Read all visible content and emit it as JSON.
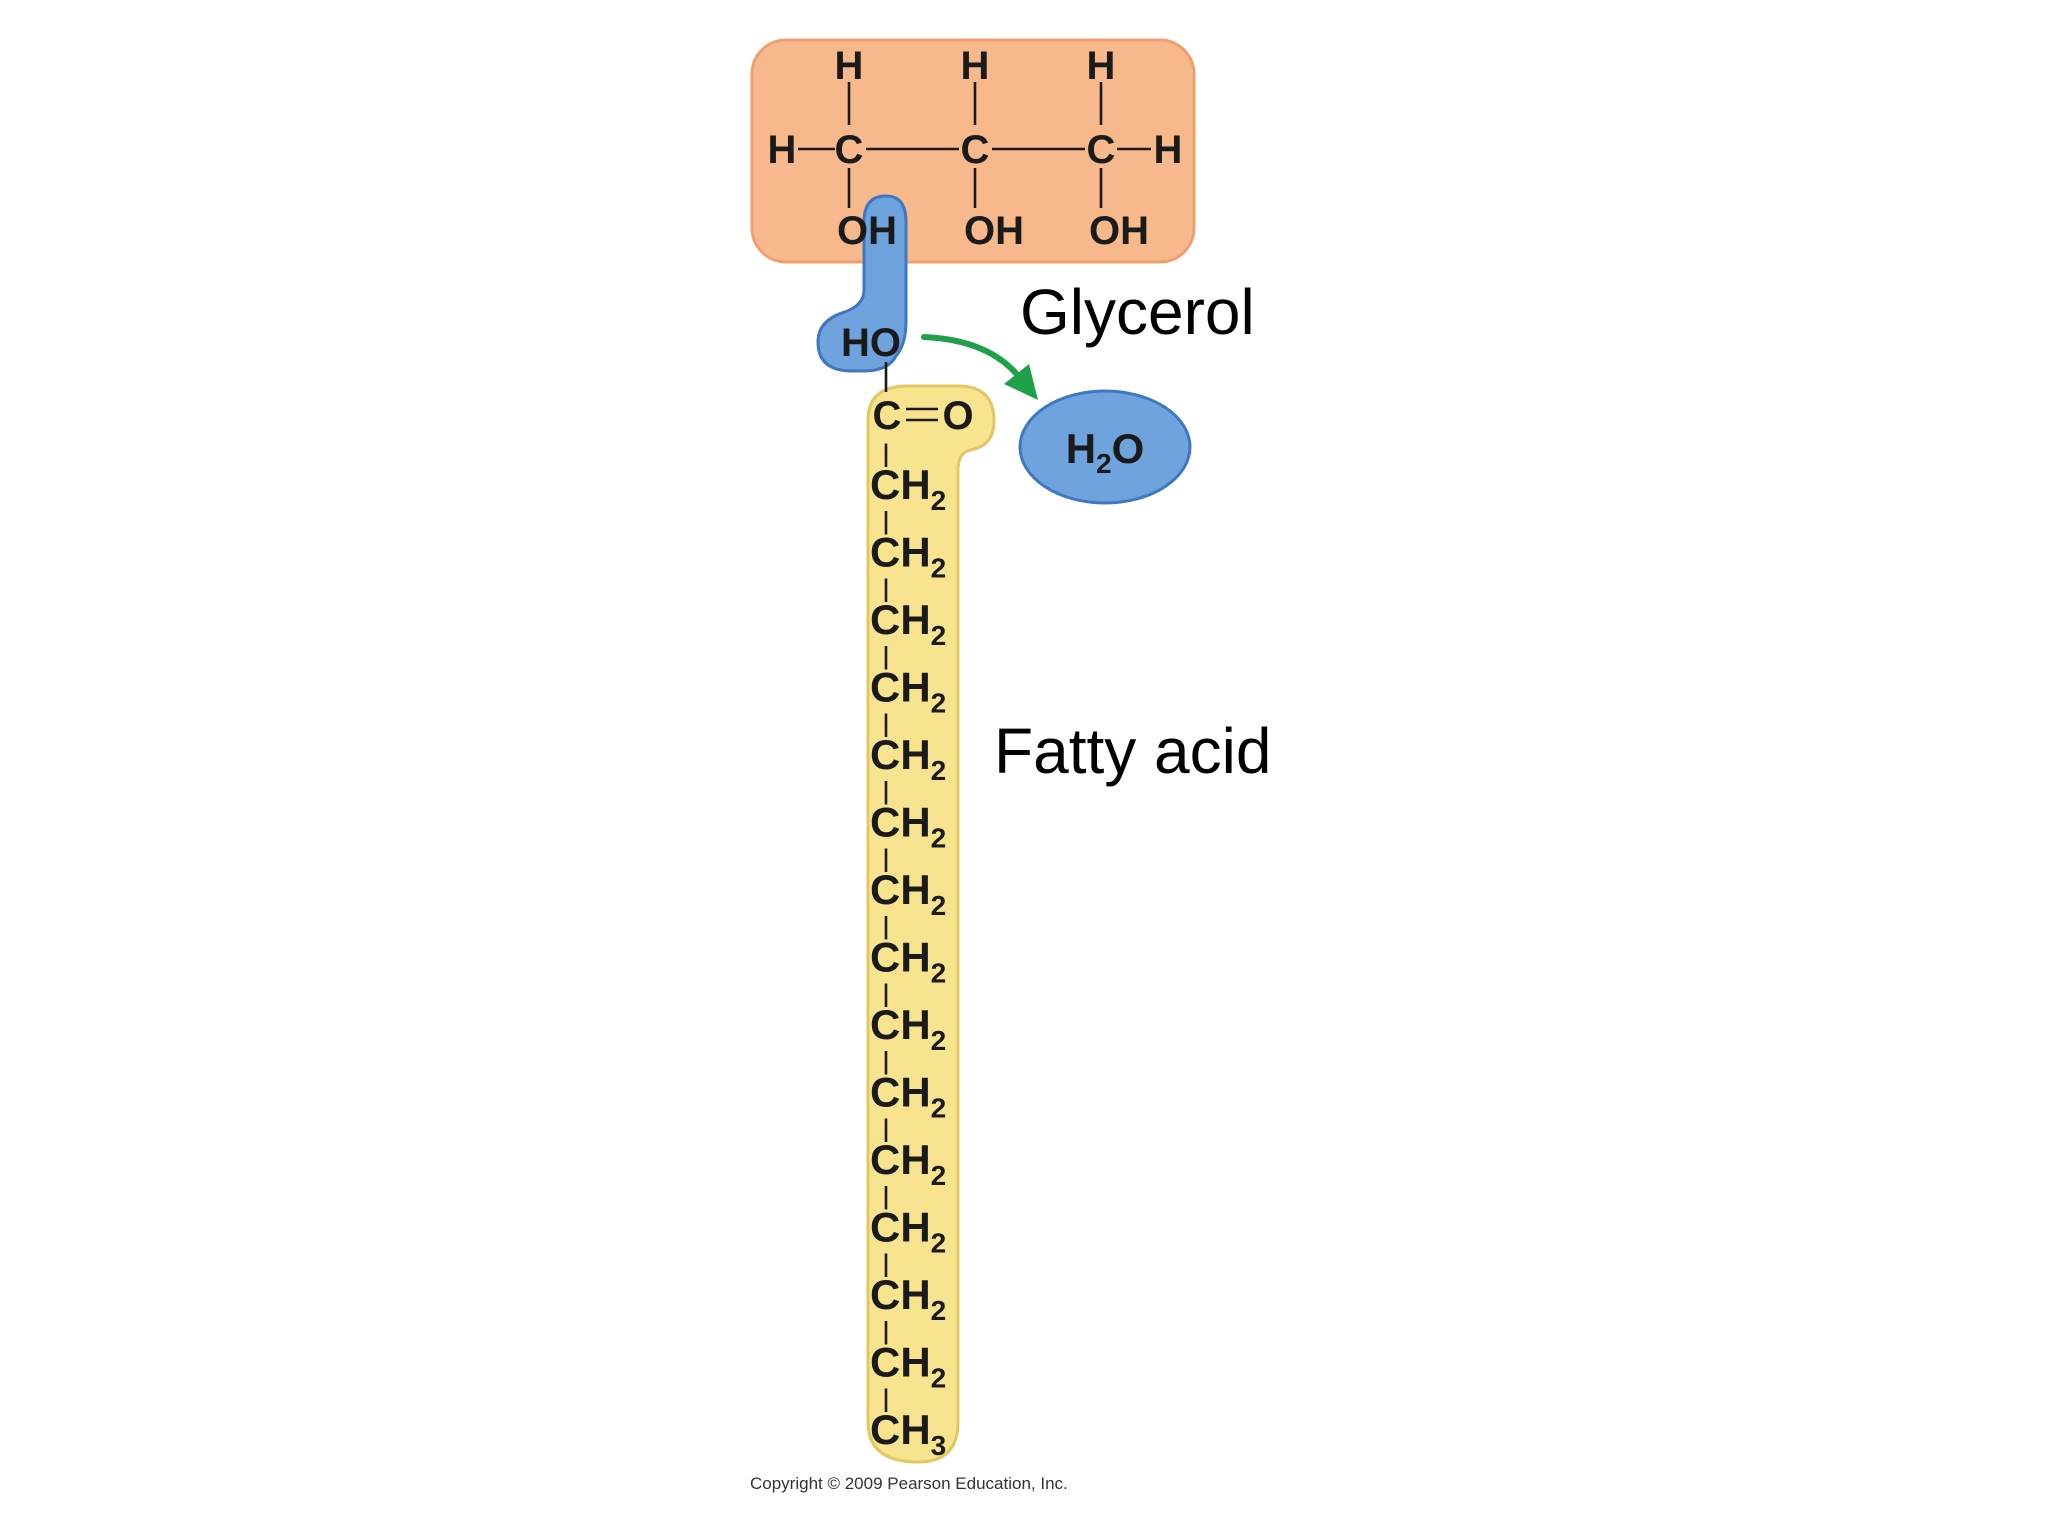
{
  "glycerol": {
    "label": "Glycerol",
    "fill_color": "#f7b98c",
    "stroke_color": "#f0a070",
    "atoms": {
      "h_top_1": "H",
      "h_top_2": "H",
      "h_top_3": "H",
      "h_left": "H",
      "h_right": "H",
      "c1": "C",
      "c2": "C",
      "c3": "C",
      "oh1": "OH",
      "oh2": "OH",
      "oh3": "OH"
    }
  },
  "hydroxyl_group": {
    "fill_color": "#6fa3de",
    "stroke_color": "#3f78c0",
    "label": "HO"
  },
  "water": {
    "label_main": "H",
    "label_sub": "2",
    "label_end": "O",
    "fill_color": "#6fa3de",
    "stroke_color": "#3f78c0"
  },
  "reaction_arrow": {
    "color": "#1fa04a",
    "icon": "curved-arrow"
  },
  "fatty_acid": {
    "label": "Fatty acid",
    "fill_color": "#f8e38f",
    "stroke_color": "#e3c760",
    "carbonyl": {
      "c": "C",
      "o": "O"
    },
    "chain_unit": {
      "main": "CH",
      "sub": "2"
    },
    "chain_count": 14,
    "terminal": {
      "main": "CH",
      "sub": "3"
    }
  },
  "copyright": "Copyright © 2009 Pearson Education, Inc."
}
